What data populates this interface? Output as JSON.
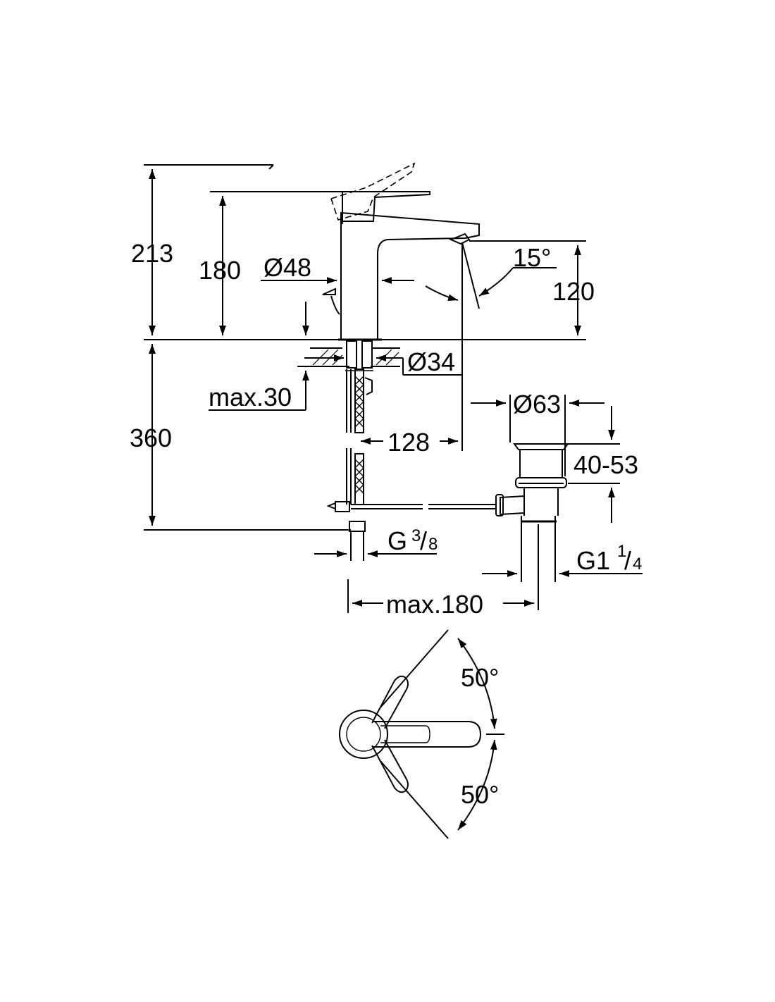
{
  "dimensions": {
    "height_total": "213",
    "height_body": "180",
    "body_diameter": "Ø48",
    "spout_angle": "15°",
    "spout_height": "120",
    "mount_hole_diameter": "Ø34",
    "max_deck_thickness": "max.30",
    "below_deck_length": "360",
    "spout_reach": "128",
    "waste_diameter": "Ø63",
    "waste_height_range": "40-53",
    "inlet_thread": "G",
    "inlet_thread_num": "3",
    "inlet_thread_den": "8",
    "waste_thread": "G1",
    "waste_thread_num": "1",
    "waste_thread_den": "4",
    "max_waste_distance": "max.180",
    "lever_angle_left": "50°",
    "lever_angle_right": "50°"
  },
  "colors": {
    "line": "#000000",
    "background": "#ffffff"
  },
  "icons": [
    "arrowhead",
    "hatching",
    "mixer-tap",
    "pop-up-waste",
    "lever-top-view"
  ]
}
